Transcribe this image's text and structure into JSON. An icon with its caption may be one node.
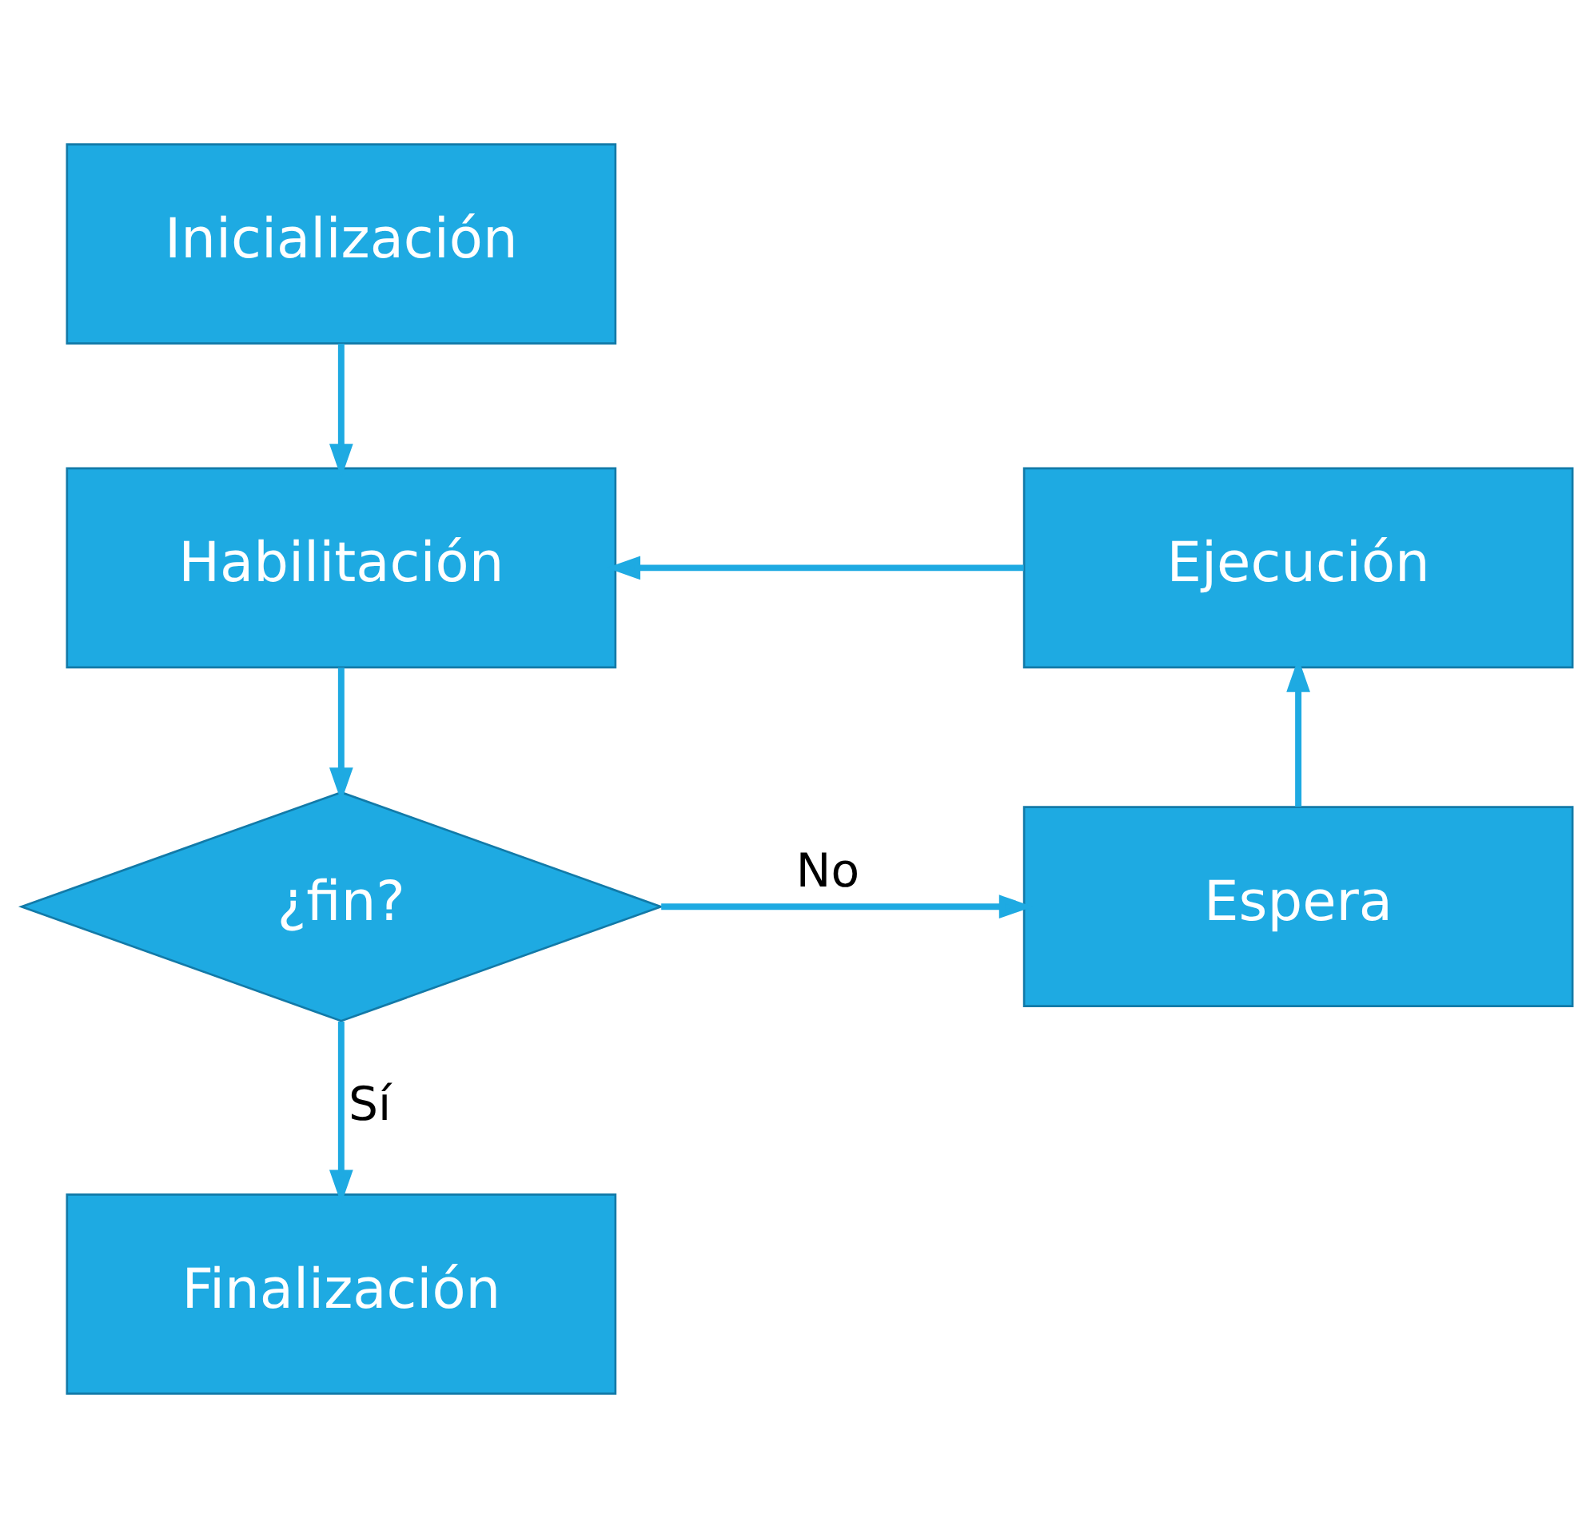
{
  "diagram": {
    "nodes": [
      {
        "text": [
          "Inicialización"
        ]
      },
      {
        "text": [
          "Habilitación"
        ]
      },
      {
        "text": [
          "¿fin?"
        ]
      },
      {
        "text": [
          "Espera"
        ]
      },
      {
        "text": [
          "Ejecución"
        ]
      },
      {
        "text": [
          "Finalización"
        ]
      }
    ],
    "edges": [
      {
        "from": 0,
        "to": 1,
        "arrow": "to"
      },
      {
        "from": 1,
        "to": 2,
        "arrow": "to"
      },
      {
        "from": 2,
        "to": 3,
        "arrow": "to",
        "label": "No"
      },
      {
        "from": 3,
        "to": 4,
        "arrow": "to"
      },
      {
        "from": 4,
        "to": 1,
        "arrow": "to"
      },
      {
        "from": 2,
        "to": 5,
        "arrow": "to",
        "label": "Sí"
      }
    ]
  }
}
